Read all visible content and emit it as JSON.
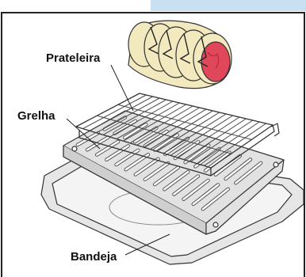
{
  "labels": {
    "prateleira": "Prateleira",
    "grelha": "Grelha",
    "bandeja": "Bandeja"
  },
  "colors": {
    "header_band": "#c9dff2",
    "frame": "#222222",
    "tray_fill": "#eeeeee",
    "grill_fill": "#e2e2e2",
    "meat_red": "#e0475a",
    "meat_fat": "#f3e9bf"
  }
}
